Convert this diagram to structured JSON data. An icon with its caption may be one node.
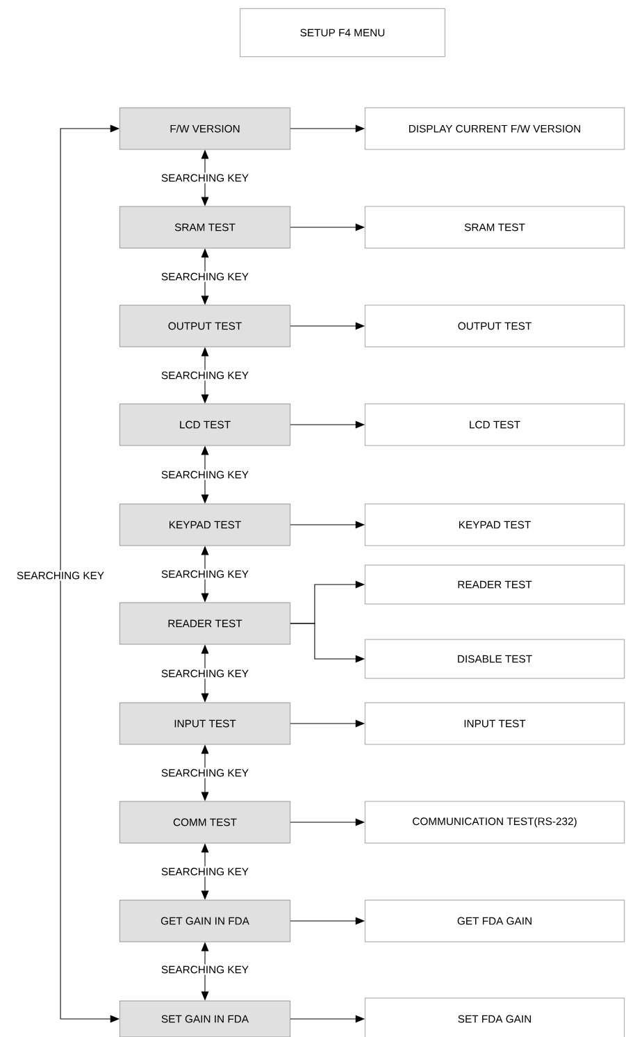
{
  "diagram": {
    "nodes": [
      {
        "text": [
          "SETUP F4 MENU"
        ]
      },
      {
        "text": [
          "F/W VERSION"
        ]
      },
      {
        "text": [
          "DISPLAY CURRENT F/W VERSION"
        ]
      },
      {
        "text": [
          "SRAM TEST"
        ]
      },
      {
        "text": [
          "SRAM TEST"
        ]
      },
      {
        "text": [
          "OUTPUT TEST"
        ]
      },
      {
        "text": [
          "OUTPUT TEST"
        ]
      },
      {
        "text": [
          "LCD TEST"
        ]
      },
      {
        "text": [
          "LCD TEST"
        ]
      },
      {
        "text": [
          "KEYPAD TEST"
        ]
      },
      {
        "text": [
          "KEYPAD TEST"
        ]
      },
      {
        "text": [
          "READER TEST"
        ]
      },
      {
        "text": [
          "READER TEST"
        ]
      },
      {
        "text": [
          "DISABLE TEST"
        ]
      },
      {
        "text": [
          "INPUT TEST"
        ]
      },
      {
        "text": [
          "INPUT TEST"
        ]
      },
      {
        "text": [
          "COMM TEST"
        ]
      },
      {
        "text": [
          "COMMUNICATION TEST(RS-232)"
        ]
      },
      {
        "text": [
          "GET GAIN IN FDA"
        ]
      },
      {
        "text": [
          "GET FDA GAIN"
        ]
      },
      {
        "text": [
          "SET GAIN IN FDA"
        ]
      },
      {
        "text": [
          "SET FDA GAIN"
        ]
      }
    ],
    "edges": [
      {
        "from": 1,
        "to": 2,
        "arrow": "to"
      },
      {
        "from": 3,
        "to": 4,
        "arrow": "to"
      },
      {
        "from": 5,
        "to": 6,
        "arrow": "to"
      },
      {
        "from": 7,
        "to": 8,
        "arrow": "to"
      },
      {
        "from": 9,
        "to": 10,
        "arrow": "to"
      },
      {
        "from": 12,
        "to": 11,
        "arrow": "to"
      },
      {
        "from": 12,
        "to": 13,
        "arrow": "to"
      },
      {
        "from": 14,
        "to": 15,
        "arrow": "to"
      },
      {
        "from": 16,
        "to": 17,
        "arrow": "to"
      },
      {
        "from": 18,
        "to": 19,
        "arrow": "to"
      },
      {
        "from": 20,
        "to": 21,
        "arrow": "to"
      },
      {
        "from": 1,
        "to": 3,
        "arrow": "both",
        "label": "SEARCHING KEY"
      },
      {
        "from": 3,
        "to": 5,
        "arrow": "both",
        "label": "SEARCHING KEY"
      },
      {
        "from": 5,
        "to": 7,
        "arrow": "both",
        "label": "SEARCHING KEY"
      },
      {
        "from": 7,
        "to": 9,
        "arrow": "both",
        "label": "SEARCHING KEY"
      },
      {
        "from": 9,
        "to": 12,
        "arrow": "both",
        "label": "SEARCHING KEY"
      },
      {
        "from": 12,
        "to": 14,
        "arrow": "both",
        "label": "SEARCHING KEY"
      },
      {
        "from": 14,
        "to": 16,
        "arrow": "both",
        "label": "SEARCHING KEY"
      },
      {
        "from": 16,
        "to": 18,
        "arrow": "both",
        "label": "SEARCHING KEY"
      },
      {
        "from": 18,
        "to": 20,
        "arrow": "both",
        "label": "SEARCHING KEY"
      },
      {
        "from": 20,
        "to": 1,
        "arrow": "both",
        "label": "SEARCHING KEY"
      }
    ]
  }
}
